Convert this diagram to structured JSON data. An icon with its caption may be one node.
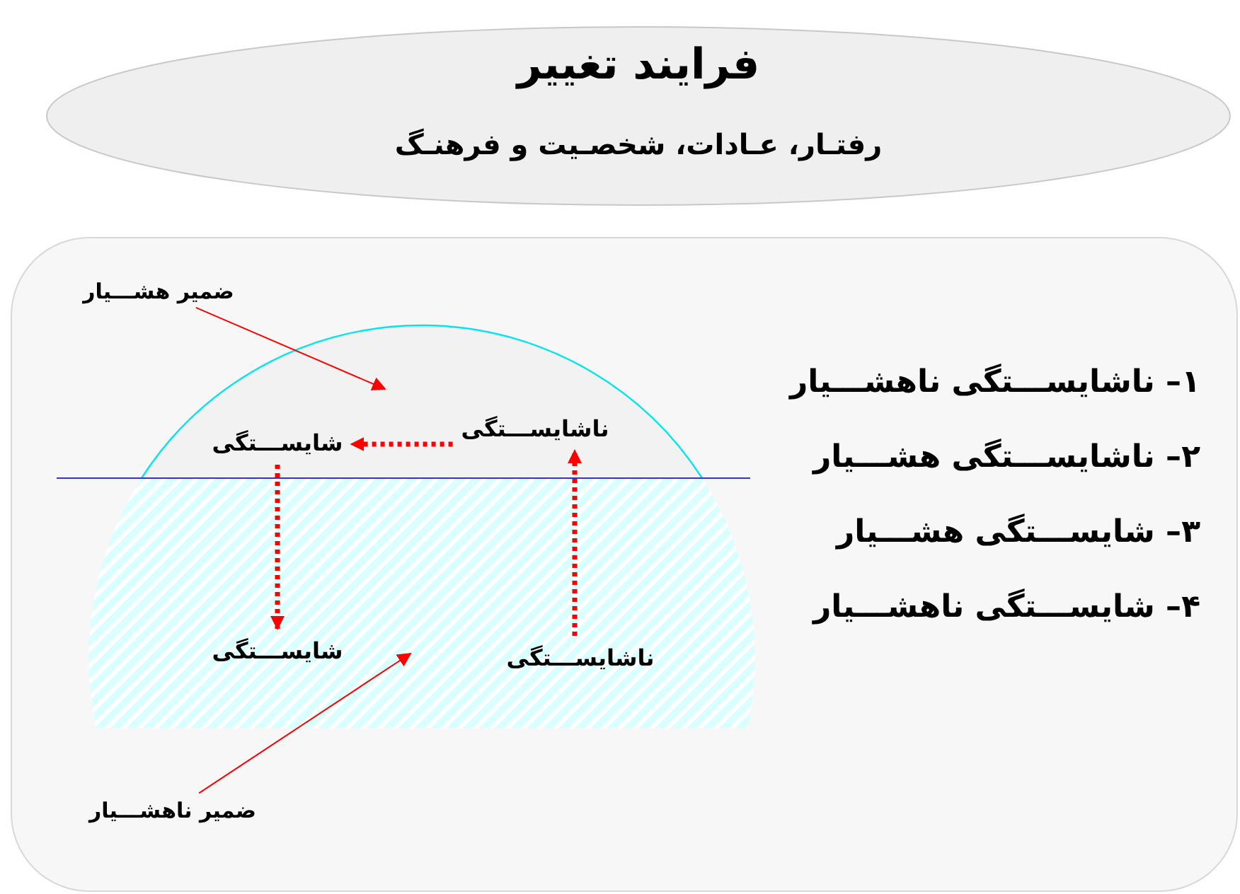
{
  "diagram": {
    "nodes": [
      {
        "text": [
          "فرایند تغییر",
          "رفتـار، عـادات، شخصـیت و فرهنـگ"
        ]
      },
      {
        "text": [
          "ضمیر هشـــیار"
        ]
      },
      {
        "text": [
          "ناشایســـتگی"
        ]
      },
      {
        "text": [
          "شایســـتگی"
        ]
      },
      {
        "text": [
          "شایســـتگی"
        ]
      },
      {
        "text": [
          "ناشایســـتگی"
        ]
      },
      {
        "text": [
          "ضمیر ناهشـــیار"
        ]
      }
    ],
    "edges": [
      {
        "from": 1,
        "to": null,
        "arrow": "to"
      },
      {
        "from": 2,
        "to": 3,
        "arrow": "to",
        "style": "dashed"
      },
      {
        "from": 3,
        "to": 4,
        "arrow": "to",
        "style": "dashed"
      },
      {
        "from": 5,
        "to": 2,
        "arrow": "to",
        "style": "dashed"
      },
      {
        "from": 6,
        "to": null,
        "arrow": "to"
      }
    ],
    "labels": [
      "۱– ناشایســـتگی ناهشـــیار",
      "۲– ناشایســـتگی هشـــیار",
      "۳– شایســـتگی هشـــیار",
      "۴– شایســـتگی ناهشـــیار"
    ]
  }
}
